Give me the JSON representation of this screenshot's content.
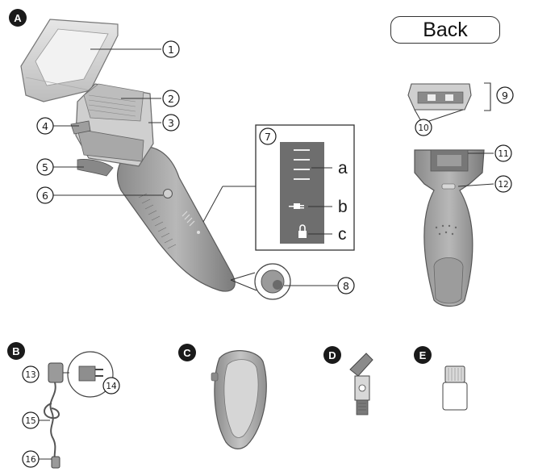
{
  "sections": [
    "A",
    "B",
    "C",
    "D",
    "E"
  ],
  "back_button": {
    "label": "Back"
  },
  "callouts": {
    "c1": "1",
    "c2": "2",
    "c3": "3",
    "c4": "4",
    "c5": "5",
    "c6": "6",
    "c7": "7",
    "c8": "8",
    "c9": "9",
    "c10": "10",
    "c11": "11",
    "c12": "12",
    "c13": "13",
    "c14": "14",
    "c15": "15",
    "c16": "16"
  },
  "display_labels": {
    "a": "a",
    "b": "b",
    "c": "c"
  },
  "icons": {
    "display_indicator": "lamp-bars-icon",
    "plug": "plug-icon",
    "lock": "lock-icon"
  },
  "colors": {
    "body_gray": "#9a9a9a",
    "dark_gray": "#6e6e6e",
    "light_gray": "#d8d8d8",
    "badge": "#1a1a1a"
  }
}
